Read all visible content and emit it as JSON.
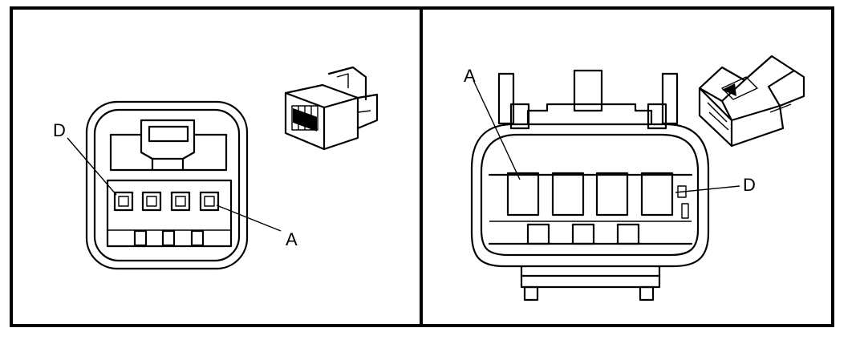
{
  "left_view": {
    "labels": {
      "terminal_d": "D",
      "terminal_a": "A"
    }
  },
  "right_view": {
    "labels": {
      "terminal_a": "A",
      "terminal_d": "D"
    }
  },
  "colors": {
    "line": "#000000",
    "background": "#ffffff"
  }
}
